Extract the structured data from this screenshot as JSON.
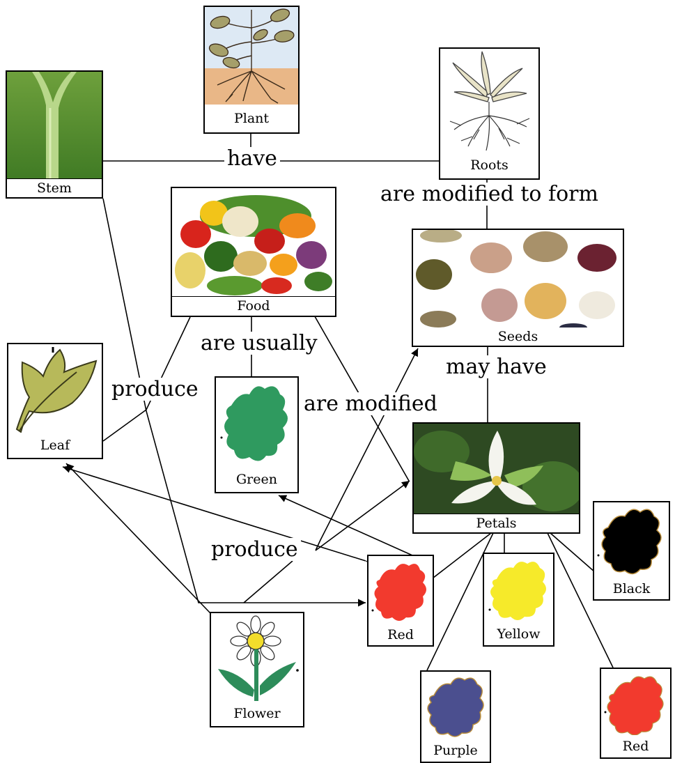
{
  "nodes": {
    "plant": "Plant",
    "stem": "Stem",
    "roots": "Roots",
    "food": "Food",
    "seeds": "Seeds",
    "leaf": "Leaf",
    "green": "Green",
    "petals": "Petals",
    "black": "Black",
    "red_center": "Red",
    "yellow": "Yellow",
    "flower": "Flower",
    "purple": "Purple",
    "red_right": "Red"
  },
  "link_phrases": {
    "have": "have",
    "are_modified_to_form": "are modified to form",
    "are_usually": "are usually",
    "may_have": "may have",
    "produce_upper": "produce",
    "are_modified": "are modified",
    "produce_lower": "produce"
  },
  "colors": {
    "green_swatch": "#2f9a5f",
    "black_swatch": "#000000",
    "red_swatch": "#f23a2e",
    "yellow_swatch": "#f6ea2a",
    "purple_swatch": "#4b4f8f",
    "leaf_fill": "#b7b95a",
    "soil": "#e9b787"
  }
}
